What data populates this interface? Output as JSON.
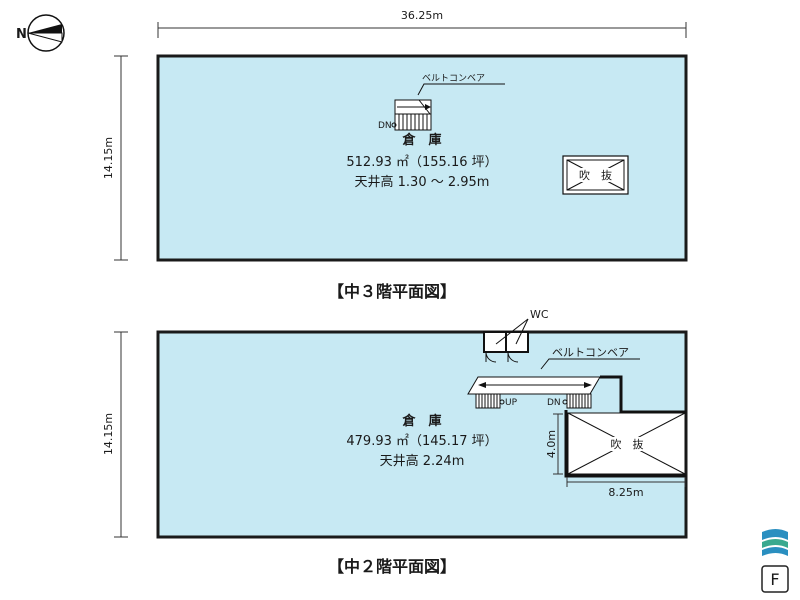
{
  "compass": {
    "label": "N",
    "icon": "north-arrow-icon"
  },
  "dimensions": {
    "top_width": "36.25m",
    "upper_height": "14.15m",
    "lower_height": "14.15m",
    "void_height": "4.0m",
    "void_width": "8.25m"
  },
  "upper_plan": {
    "title": "【中３階平面図】",
    "room_name": "倉　庫",
    "area": "512.93 ㎡（155.16 坪）",
    "ceiling": "天井高 1.30 〜 2.95m",
    "conveyor": "ベルトコンベア",
    "stair_dn": "DN",
    "void": "吹　抜"
  },
  "lower_plan": {
    "title": "【中２階平面図】",
    "room_name": "倉　庫",
    "area": "479.93 ㎡（145.17 坪）",
    "ceiling": "天井高 2.24m",
    "wc": "WC",
    "conveyor": "ベルトコンベア",
    "stair_up": "UP",
    "stair_dn": "DN",
    "void": "吹　抜"
  },
  "footer": {
    "floor_icon_letter": "F"
  },
  "colors": {
    "floor_fill": "#c7e9f3",
    "wall": "#1a1a1a",
    "logo_blue": "#2a8fc0",
    "logo_green": "#39a98f"
  }
}
